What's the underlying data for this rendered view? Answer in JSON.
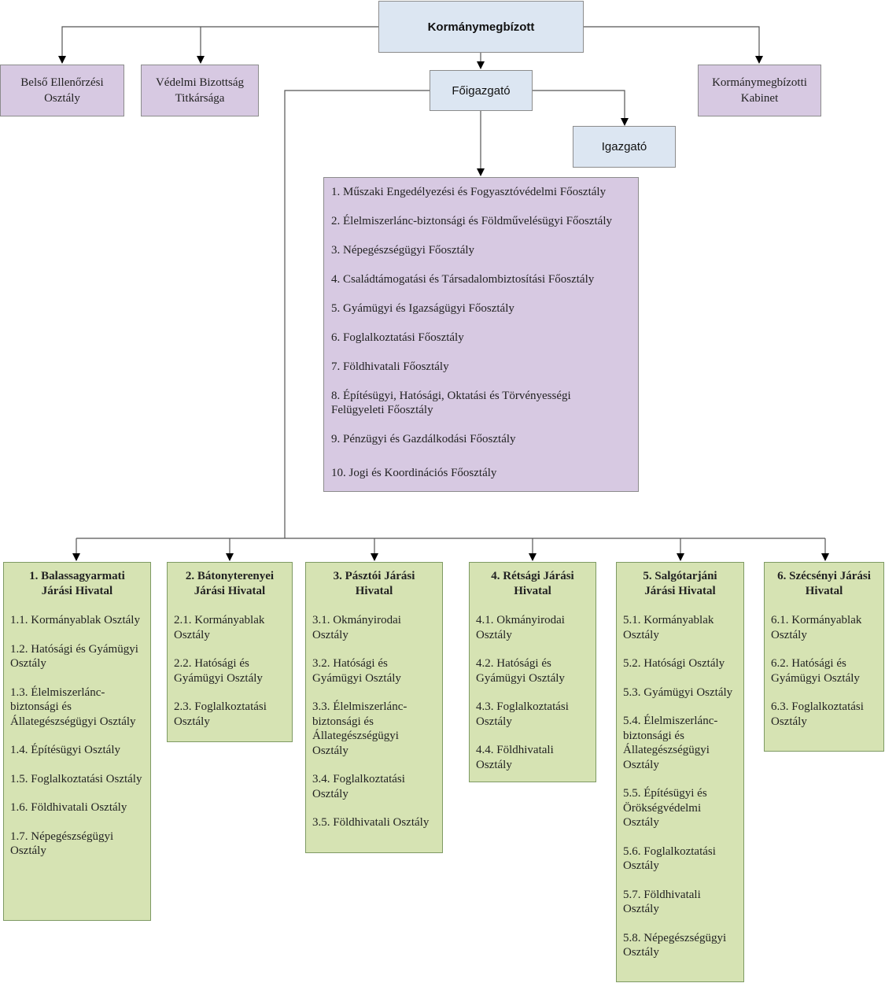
{
  "top": {
    "title": "Kormánymegbízott"
  },
  "left_units": [
    {
      "label": "Belső Ellenőrzési Osztály",
      "line1": "Belső Ellenőrzési",
      "line2": "Osztály"
    },
    {
      "label": "Védelmi Bizottság Titkársága",
      "line1": "Védelmi Bizottság",
      "line2": "Titkársága"
    }
  ],
  "right_unit": {
    "line1": "Kormánymegbízotti",
    "line2": "Kabinet"
  },
  "director_general": {
    "title": "Főigazgató"
  },
  "director": {
    "title": "Igazgató"
  },
  "main_departments": [
    "1. Műszaki Engedélyezési és Fogyasztóvédelmi Főosztály",
    "2. Élelmiszerlánc-biztonsági és Földművelésügyi Főosztály",
    "3. Népegészségügyi Főosztály",
    "4. Családtámogatási és Társadalombiztosítási Főosztály",
    "5. Gyámügyi és Igazságügyi Főosztály",
    "6. Foglalkoztatási Főosztály",
    "7. Földhivatali Főosztály",
    "8. Építésügyi, Hatósági, Oktatási és Törvényességi Felügyeleti Főosztály",
    "9. Pénzügyi és Gazdálkodási Főosztály",
    "10. Jogi és Koordinációs Főosztály"
  ],
  "districts": [
    {
      "title_line1": "1. Balassagyarmati",
      "title_line2": "Járási Hivatal",
      "items": [
        "1.1. Kormányablak Osztály",
        "1.2. Hatósági és Gyámügyi Osztály",
        "1.3. Élelmiszerlánc-biztonsági és Állategészségügyi Osztály",
        "1.4. Építésügyi Osztály",
        "1.5. Foglalkoztatási Osztály",
        "1.6. Földhivatali Osztály",
        "1.7. Népegészségügyi Osztály"
      ]
    },
    {
      "title_line1": "2. Bátonyterenyei",
      "title_line2": "Járási Hivatal",
      "items": [
        "2.1. Kormányablak Osztály",
        "2.2. Hatósági és Gyámügyi Osztály",
        "2.3. Foglalkoztatási Osztály"
      ]
    },
    {
      "title_line1": "3. Pásztói Járási",
      "title_line2": "Hivatal",
      "items": [
        "3.1. Okmányirodai Osztály",
        "3.2. Hatósági és Gyámügyi Osztály",
        "3.3. Élelmiszerlánc-biztonsági és Állategészségügyi Osztály",
        "3.4. Foglalkoztatási Osztály",
        "3.5. Földhivatali Osztály"
      ]
    },
    {
      "title_line1": "4. Rétsági Járási",
      "title_line2": "Hivatal",
      "items": [
        "4.1. Okmányirodai Osztály",
        "4.2. Hatósági és Gyámügyi Osztály",
        "4.3. Foglalkoztatási Osztály",
        "4.4. Földhivatali Osztály"
      ]
    },
    {
      "title_line1": "5. Salgótarjáni",
      "title_line2": "Járási Hivatal",
      "items": [
        "5.1. Kormányablak Osztály",
        "5.2. Hatósági Osztály",
        "5.3. Gyámügyi Osztály",
        "5.4. Élelmiszerlánc-biztonsági és Állategészségügyi Osztály",
        "5.5. Építésügyi és Örökségvédelmi Osztály",
        "5.6. Foglalkoztatási Osztály",
        "5.7. Földhivatali Osztály",
        "5.8. Népegészségügyi Osztály"
      ]
    },
    {
      "title_line1": "6. Szécsényi Járási",
      "title_line2": "Hivatal",
      "items": [
        "6.1. Kormányablak Osztály",
        "6.2. Hatósági és Gyámügyi Osztály",
        "6.3. Foglalkoztatási Osztály"
      ]
    }
  ]
}
